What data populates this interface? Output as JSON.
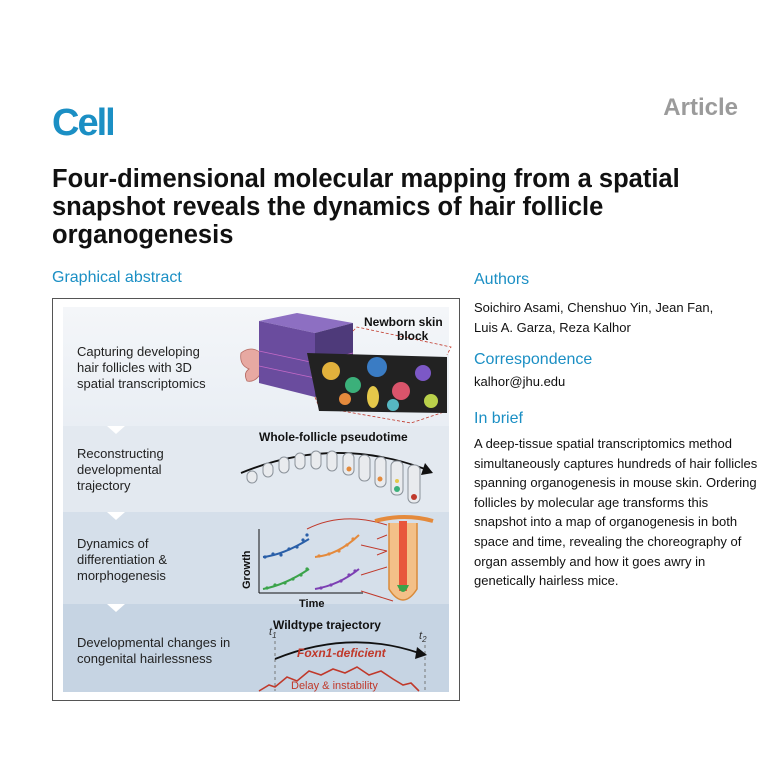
{
  "journal": {
    "logo": "Cell",
    "article_type": "Article"
  },
  "title": "Four-dimensional molecular mapping from a spatial snapshot reveals the dynamics of hair follicle organogenesis",
  "graphical_abstract": {
    "heading": "Graphical abstract",
    "steps": [
      {
        "lines": [
          "Capturing developing",
          "hair follicles with 3D",
          "spatial transcriptomics"
        ]
      },
      {
        "lines": [
          "Reconstructing",
          "developmental",
          "trajectory"
        ]
      },
      {
        "lines": [
          "Dynamics of",
          "differentiation &",
          "morphogenesis"
        ]
      },
      {
        "lines": [
          "Developmental changes in",
          "congenital hairlessness"
        ]
      }
    ],
    "labels": {
      "skin_block": [
        "Newborn skin",
        "block"
      ],
      "pseudotime": "Whole-follicle pseudotime",
      "growth": "Growth",
      "time": "Time",
      "wildtype": "Wildtype trajectory",
      "t1": "t",
      "t1_sub": "1",
      "t2": "t",
      "t2_sub": "2",
      "foxn1": "Foxn1",
      "deficient": "-deficient",
      "delay": "Delay & instability"
    }
  },
  "authors": {
    "heading": "Authors",
    "line1": "Soichiro Asami, Chenshuo Yin, Jean Fan,",
    "line2": "Luis A. Garza, Reza Kalhor"
  },
  "correspondence": {
    "heading": "Correspondence",
    "email": "kalhor@jhu.edu"
  },
  "in_brief": {
    "heading": "In brief",
    "text": "A deep-tissue spatial transcriptomics method simultaneously captures hundreds of hair follicles spanning organogenesis in mouse skin. Ordering follicles by molecular age transforms this snapshot into a map of organogenesis in both space and time, revealing the choreography of organ assembly and how it goes awry in genetically hairless mice."
  },
  "colors": {
    "accent": "#1b8fc4",
    "muted": "#9b9b9b",
    "mutant_red": "#c0392b"
  }
}
